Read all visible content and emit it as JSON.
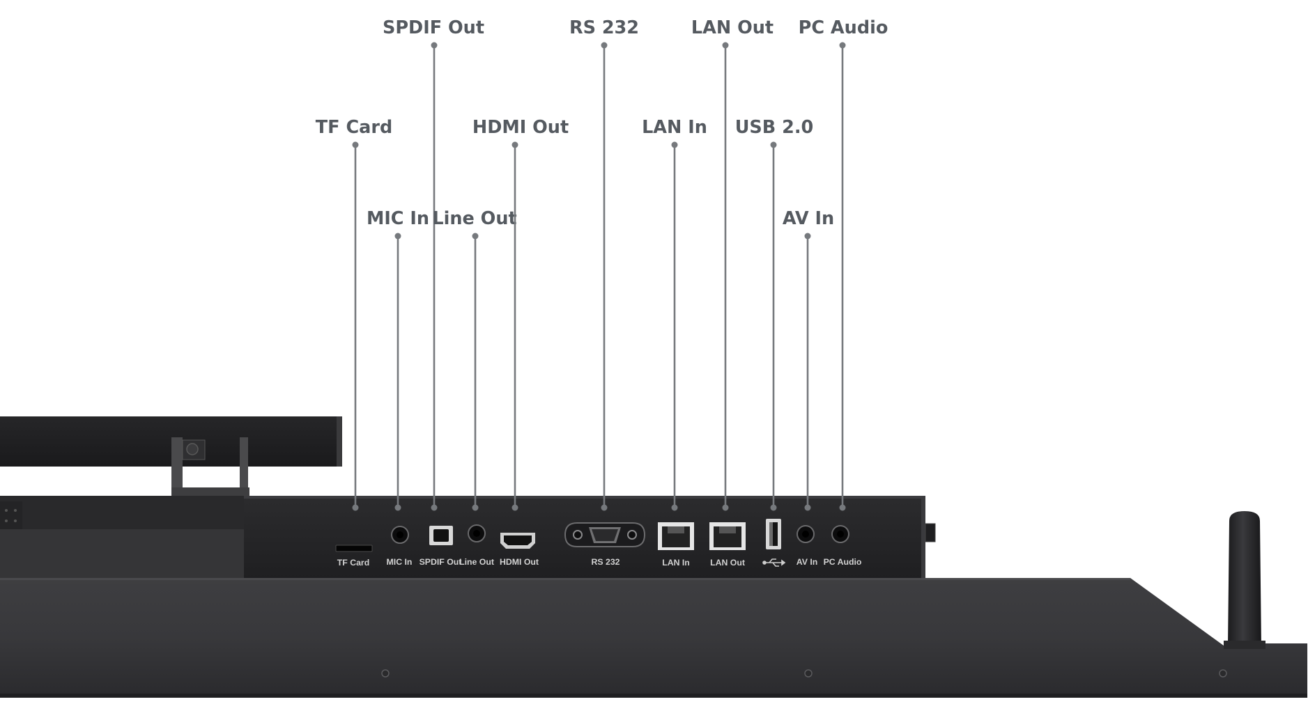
{
  "ports": [
    {
      "id": "tf-card",
      "callout": "TF Card",
      "panel_label": "TF Card",
      "icon": "tf-card-slot-icon"
    },
    {
      "id": "mic-in",
      "callout": "MIC In",
      "panel_label": "MIC In",
      "icon": "audio-jack-icon"
    },
    {
      "id": "spdif-out",
      "callout": "SPDIF Out",
      "panel_label": "SPDIF Out",
      "icon": "optical-port-icon"
    },
    {
      "id": "line-out",
      "callout": "Line Out",
      "panel_label": "Line Out",
      "icon": "audio-jack-icon"
    },
    {
      "id": "hdmi-out",
      "callout": "HDMI Out",
      "panel_label": "HDMI Out",
      "icon": "hdmi-port-icon"
    },
    {
      "id": "rs-232",
      "callout": "RS 232",
      "panel_label": "RS 232",
      "icon": "db9-port-icon"
    },
    {
      "id": "lan-in",
      "callout": "LAN In",
      "panel_label": "LAN In",
      "icon": "rj45-port-icon"
    },
    {
      "id": "lan-out",
      "callout": "LAN Out",
      "panel_label": "LAN Out",
      "icon": "rj45-port-icon"
    },
    {
      "id": "usb-2",
      "callout": "USB 2.0",
      "panel_label": "",
      "icon": "usb-port-icon"
    },
    {
      "id": "av-in",
      "callout": "AV In",
      "panel_label": "AV In",
      "icon": "audio-jack-icon"
    },
    {
      "id": "pc-audio",
      "callout": "PC Audio",
      "panel_label": "PC Audio",
      "icon": "audio-jack-icon"
    }
  ],
  "colors": {
    "callout_text": "#555a60",
    "leader_line": "#76797d",
    "device_body": "#3b3b3d",
    "panel_label": "#d2d2d2"
  }
}
